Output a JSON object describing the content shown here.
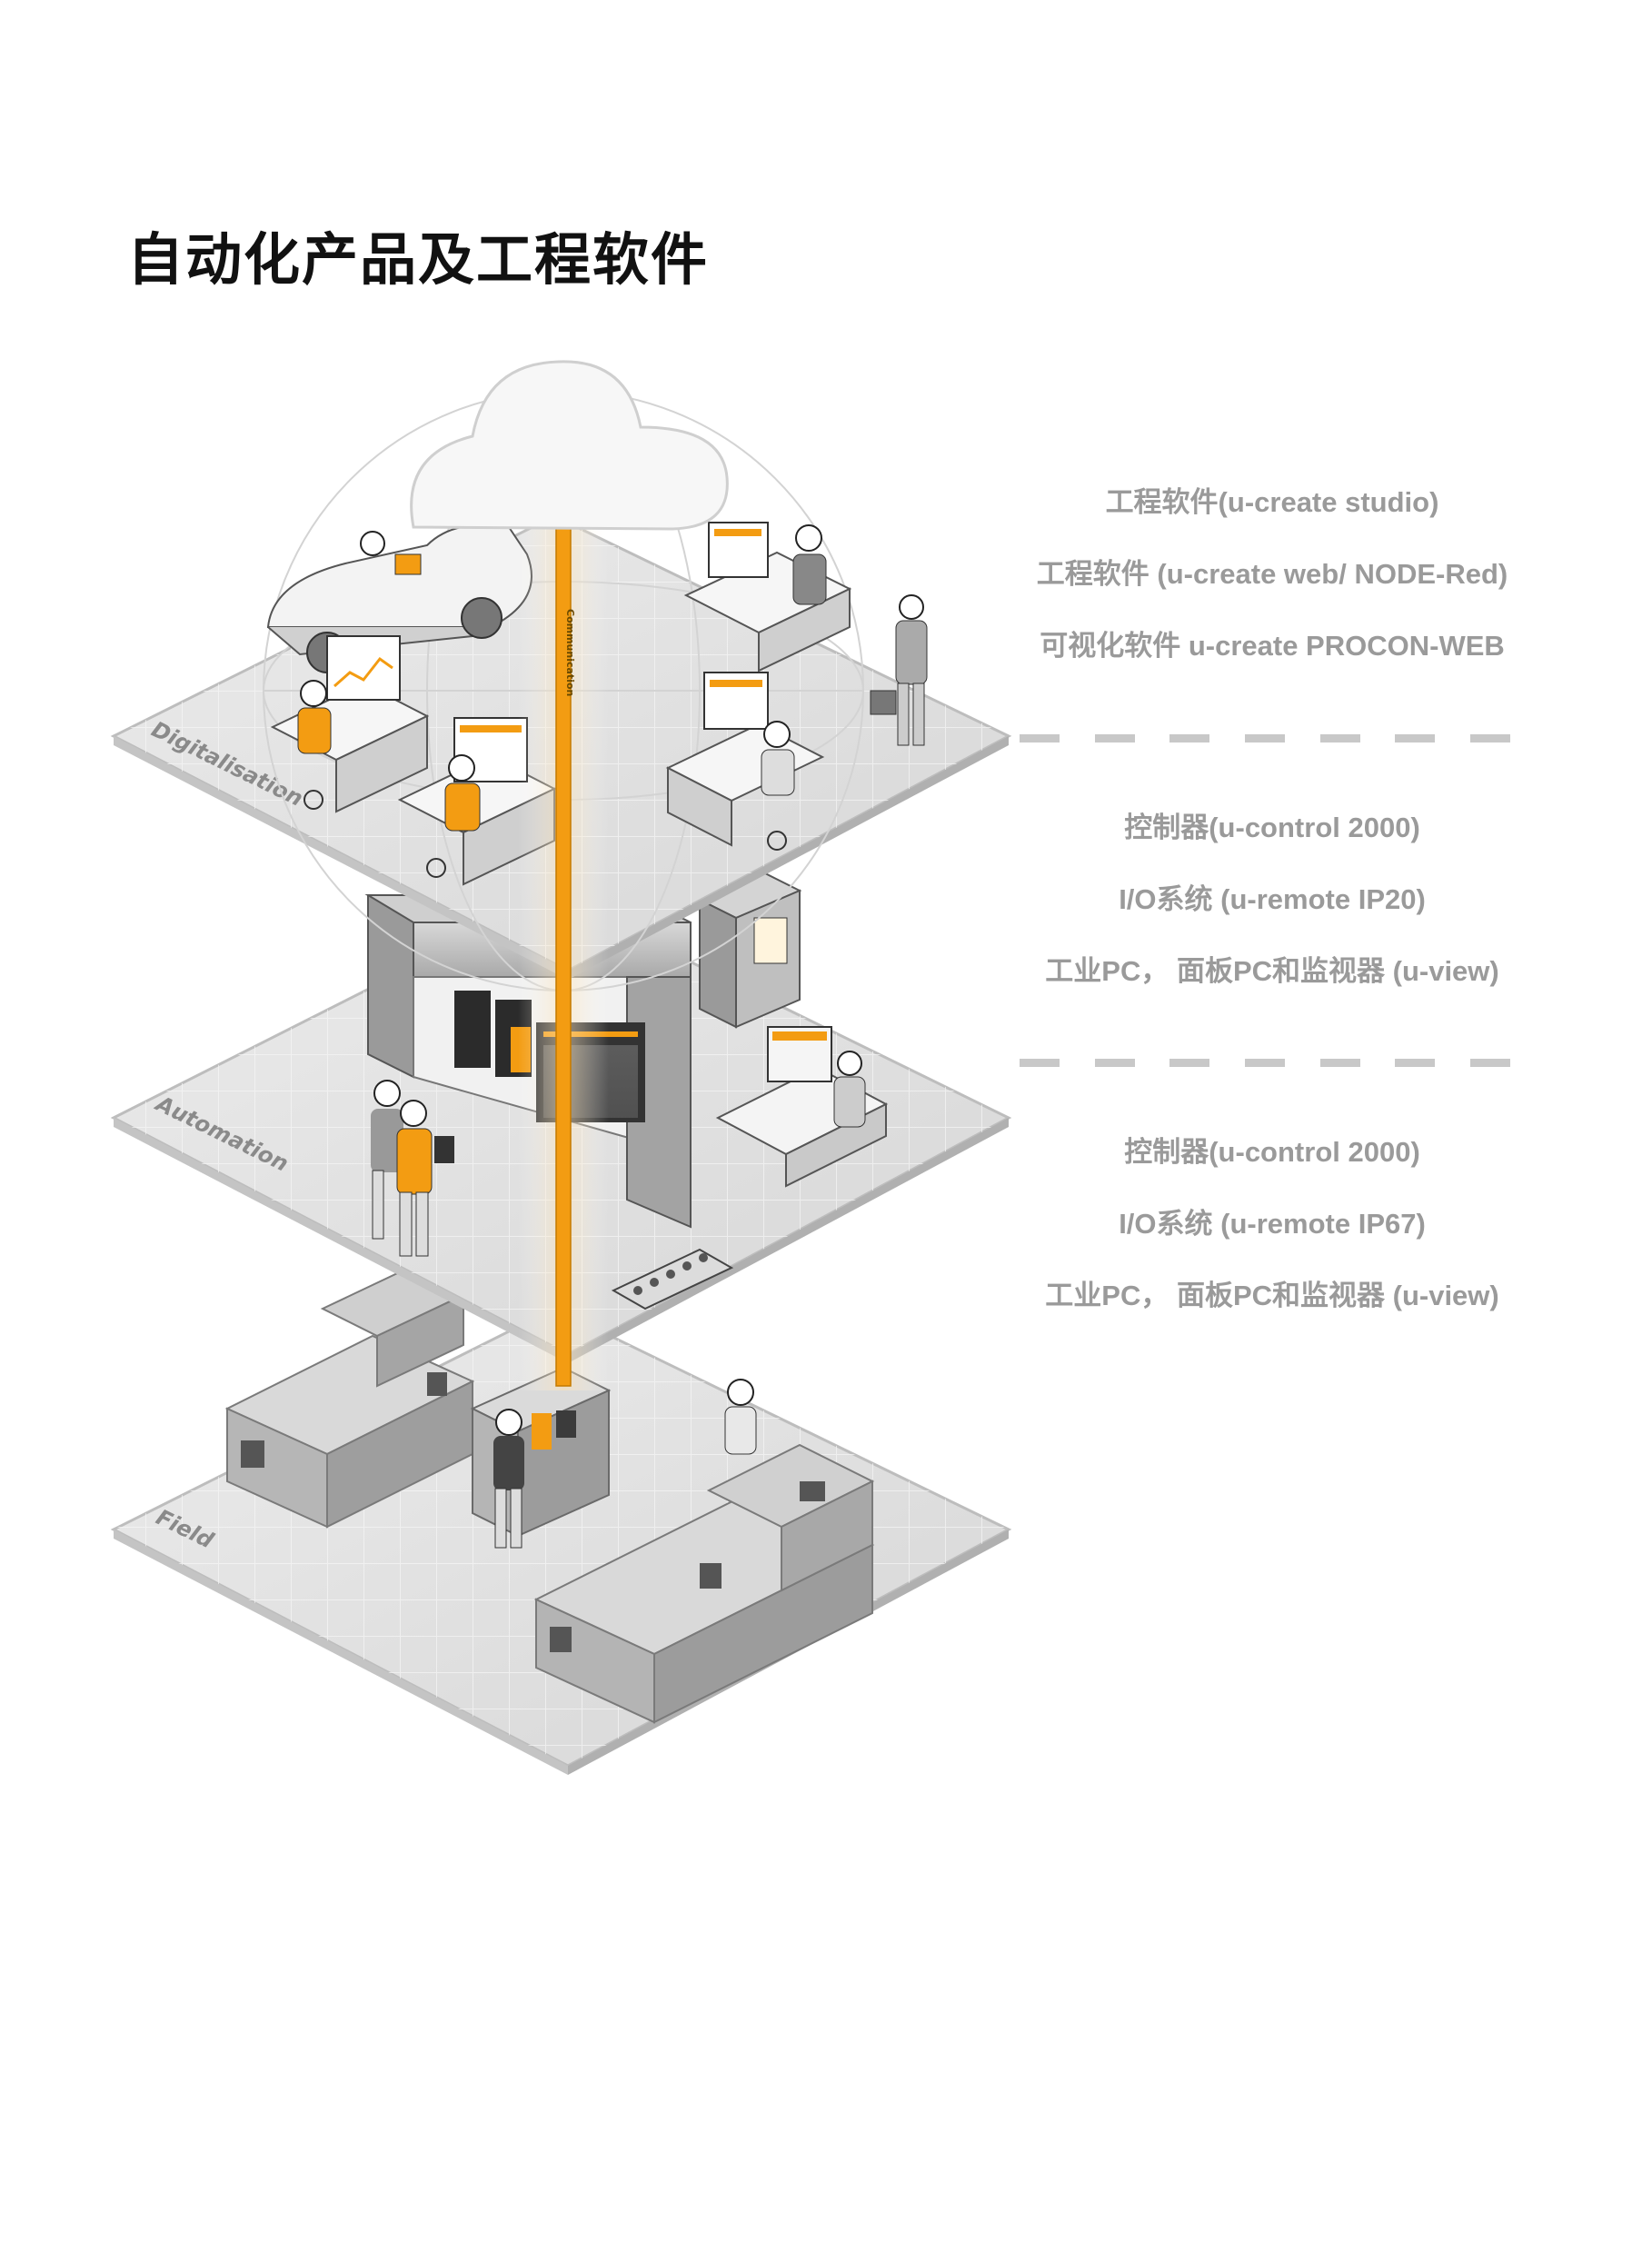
{
  "title": "自动化产品及工程软件",
  "layers": {
    "digitalisation": "Digitalisation",
    "automation": "Automation",
    "field": "Field"
  },
  "communication_label": "Communication",
  "groups": [
    {
      "items": [
        "工程软件(u-create studio)",
        "工程软件 (u-create web/ NODE-Red)",
        "可视化软件 u-create PROCON-WEB"
      ]
    },
    {
      "items": [
        "控制器(u-control 2000)",
        "I/O系统 (u-remote IP20)",
        "工业PC， 面板PC和监视器 (u-view)"
      ]
    },
    {
      "items": [
        "控制器(u-control 2000)",
        "I/O系统 (u-remote IP67)",
        "工业PC， 面板PC和监视器 (u-view)"
      ]
    }
  ],
  "colors": {
    "accent_orange": "#f39c12",
    "label_gray": "#9a9a9a",
    "platform": "#e2e2e2",
    "platform_edge": "#bdbdbd"
  }
}
